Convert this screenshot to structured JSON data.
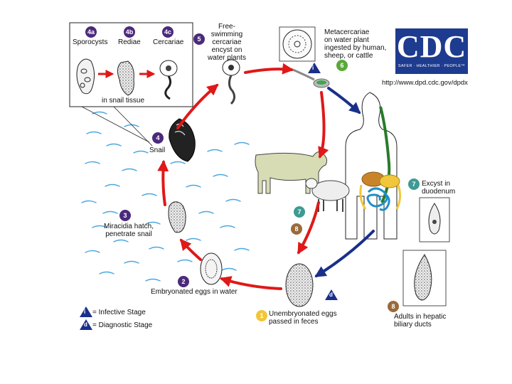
{
  "cdc": {
    "logo_text": "CDC",
    "tagline": "SAFER · HEALTHIER · PEOPLE™",
    "url": "http://www.dpd.cdc.gov/dpdx"
  },
  "inset": {
    "stage_4a_badge": "4a",
    "stage_4a_label": "Sporocysts",
    "stage_4b_badge": "4b",
    "stage_4b_label": "Rediae",
    "stage_4c_badge": "4c",
    "stage_4c_label": "Cercariae",
    "tissue_label": "in snail tissue"
  },
  "stages": {
    "s5_badge": "5",
    "s5_label_1": "Free-swimming",
    "s5_label_2": "cercariae",
    "s5_label_3": "encyst on",
    "s5_label_4": "water plants",
    "s6_badge": "6",
    "s6_label_1": "Metacercariae",
    "s6_label_2": "on water plant",
    "s6_label_3": "ingested by human,",
    "s6_label_4": "sheep, or cattle",
    "s6_infective": "i",
    "s4_badge": "4",
    "s4_label": "Snail",
    "s3_badge": "3",
    "s3_label_1": "Miracidia hatch,",
    "s3_label_2": "penetrate snail",
    "s2_badge": "2",
    "s2_label": "Embryonated eggs in water",
    "s1_badge": "1",
    "s1_label_1": "Unembryonated eggs",
    "s1_label_2": "passed in feces",
    "s1_diagnostic": "d",
    "s7_badge": "7",
    "s7_label_1": "Excyst in",
    "s7_label_2": "duodenum",
    "s8_badge": "8",
    "s8_label_1": "Adults in hepatic",
    "s8_label_2": "biliary ducts",
    "s7_animal_badge": "7",
    "s8_animal_badge": "8"
  },
  "legend": {
    "infective_symbol": "i",
    "infective_text": "= Infective Stage",
    "diagnostic_symbol": "d",
    "diagnostic_text": "= Diagnostic Stage"
  },
  "colors": {
    "red_arrow": "#e01818",
    "blue_arrow": "#1a2f8a",
    "water": "#4aa8e0",
    "purple_badge": "#4b2a7b",
    "teal_badge": "#3e9a93",
    "brown_badge": "#9a6a3a",
    "green_badge": "#5aa83a",
    "yellow_badge": "#f2c63a",
    "cdc_blue": "#1d3b8f"
  }
}
